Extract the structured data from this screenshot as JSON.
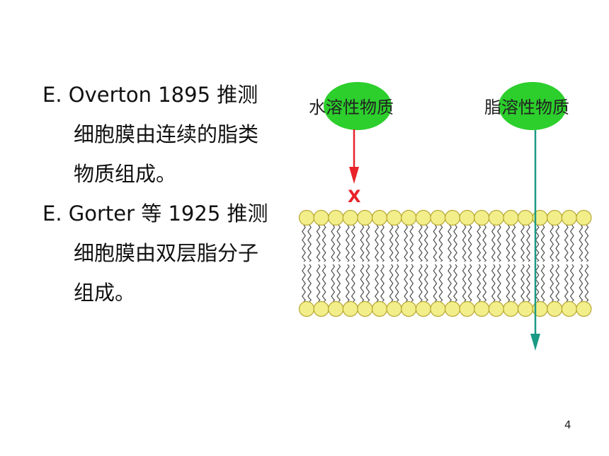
{
  "paragraphs": [
    {
      "line1": "E. Overton 1895 推测",
      "line2": "细胞膜由连续的脂类",
      "line3": "物质组成。"
    },
    {
      "line1": "E. Gorter 等 1925 推测",
      "line2": "细胞膜由双层脂分子",
      "line3": "组成。"
    }
  ],
  "diagram": {
    "water_soluble_label": "水溶性物质",
    "lipid_soluble_label": "脂溶性物质",
    "blocked_mark": "X",
    "colors": {
      "substance_ellipse": "#2ccf2c",
      "blocked_arrow": "#e8242a",
      "pass_arrow": "#1a9a84",
      "lipid_head": "#f2ee8a",
      "lipid_head_stroke": "#b8a832",
      "lipid_tail": "#444444"
    }
  },
  "page_number": "4"
}
